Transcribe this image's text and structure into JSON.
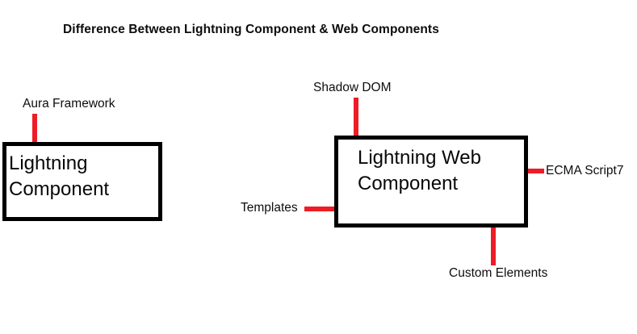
{
  "diagram": {
    "title": "Difference Between Lightning Component & Web Components",
    "background_color": "#ffffff",
    "box_border_color": "#000000",
    "connector_color": "#ee1c25",
    "text_color": "#0d0d0d",
    "nodes": [
      {
        "id": "lightning-component",
        "label": "Lightning\nComponent"
      },
      {
        "id": "lightning-web-component",
        "label": "Lightning Web\nComponent"
      }
    ],
    "annotations": [
      {
        "id": "aura-framework",
        "label": "Aura Framework",
        "attaches_to": "lightning-component",
        "side": "top"
      },
      {
        "id": "shadow-dom",
        "label": "Shadow DOM",
        "attaches_to": "lightning-web-component",
        "side": "top"
      },
      {
        "id": "templates",
        "label": "Templates",
        "attaches_to": "lightning-web-component",
        "side": "left"
      },
      {
        "id": "ecma-script7",
        "label": "ECMA Script7",
        "attaches_to": "lightning-web-component",
        "side": "right"
      },
      {
        "id": "custom-elements",
        "label": "Custom Elements",
        "attaches_to": "lightning-web-component",
        "side": "bottom"
      }
    ]
  }
}
